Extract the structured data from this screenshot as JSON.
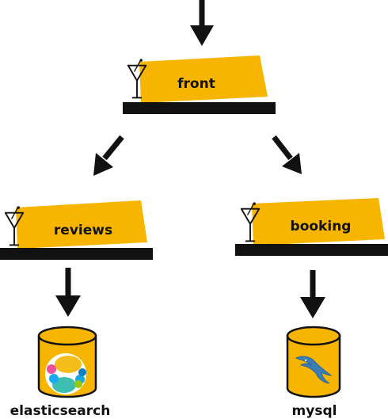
{
  "colors": {
    "accent": "#F7B500",
    "ink": "#111111",
    "background": "#ffffff"
  },
  "services": {
    "front": {
      "label": "front",
      "icon": "cocktail-glass-icon"
    },
    "reviews": {
      "label": "reviews",
      "icon": "cocktail-glass-icon"
    },
    "booking": {
      "label": "booking",
      "icon": "cocktail-glass-icon"
    }
  },
  "databases": {
    "elasticsearch": {
      "label": "elasticsearch",
      "icon": "elasticsearch-logo-icon"
    },
    "mysql": {
      "label": "mysql",
      "icon": "mysql-dolphin-icon"
    }
  },
  "flow": [
    {
      "from": "entry",
      "to": "front"
    },
    {
      "from": "front",
      "to": "reviews"
    },
    {
      "from": "front",
      "to": "booking"
    },
    {
      "from": "reviews",
      "to": "elasticsearch"
    },
    {
      "from": "booking",
      "to": "mysql"
    }
  ]
}
